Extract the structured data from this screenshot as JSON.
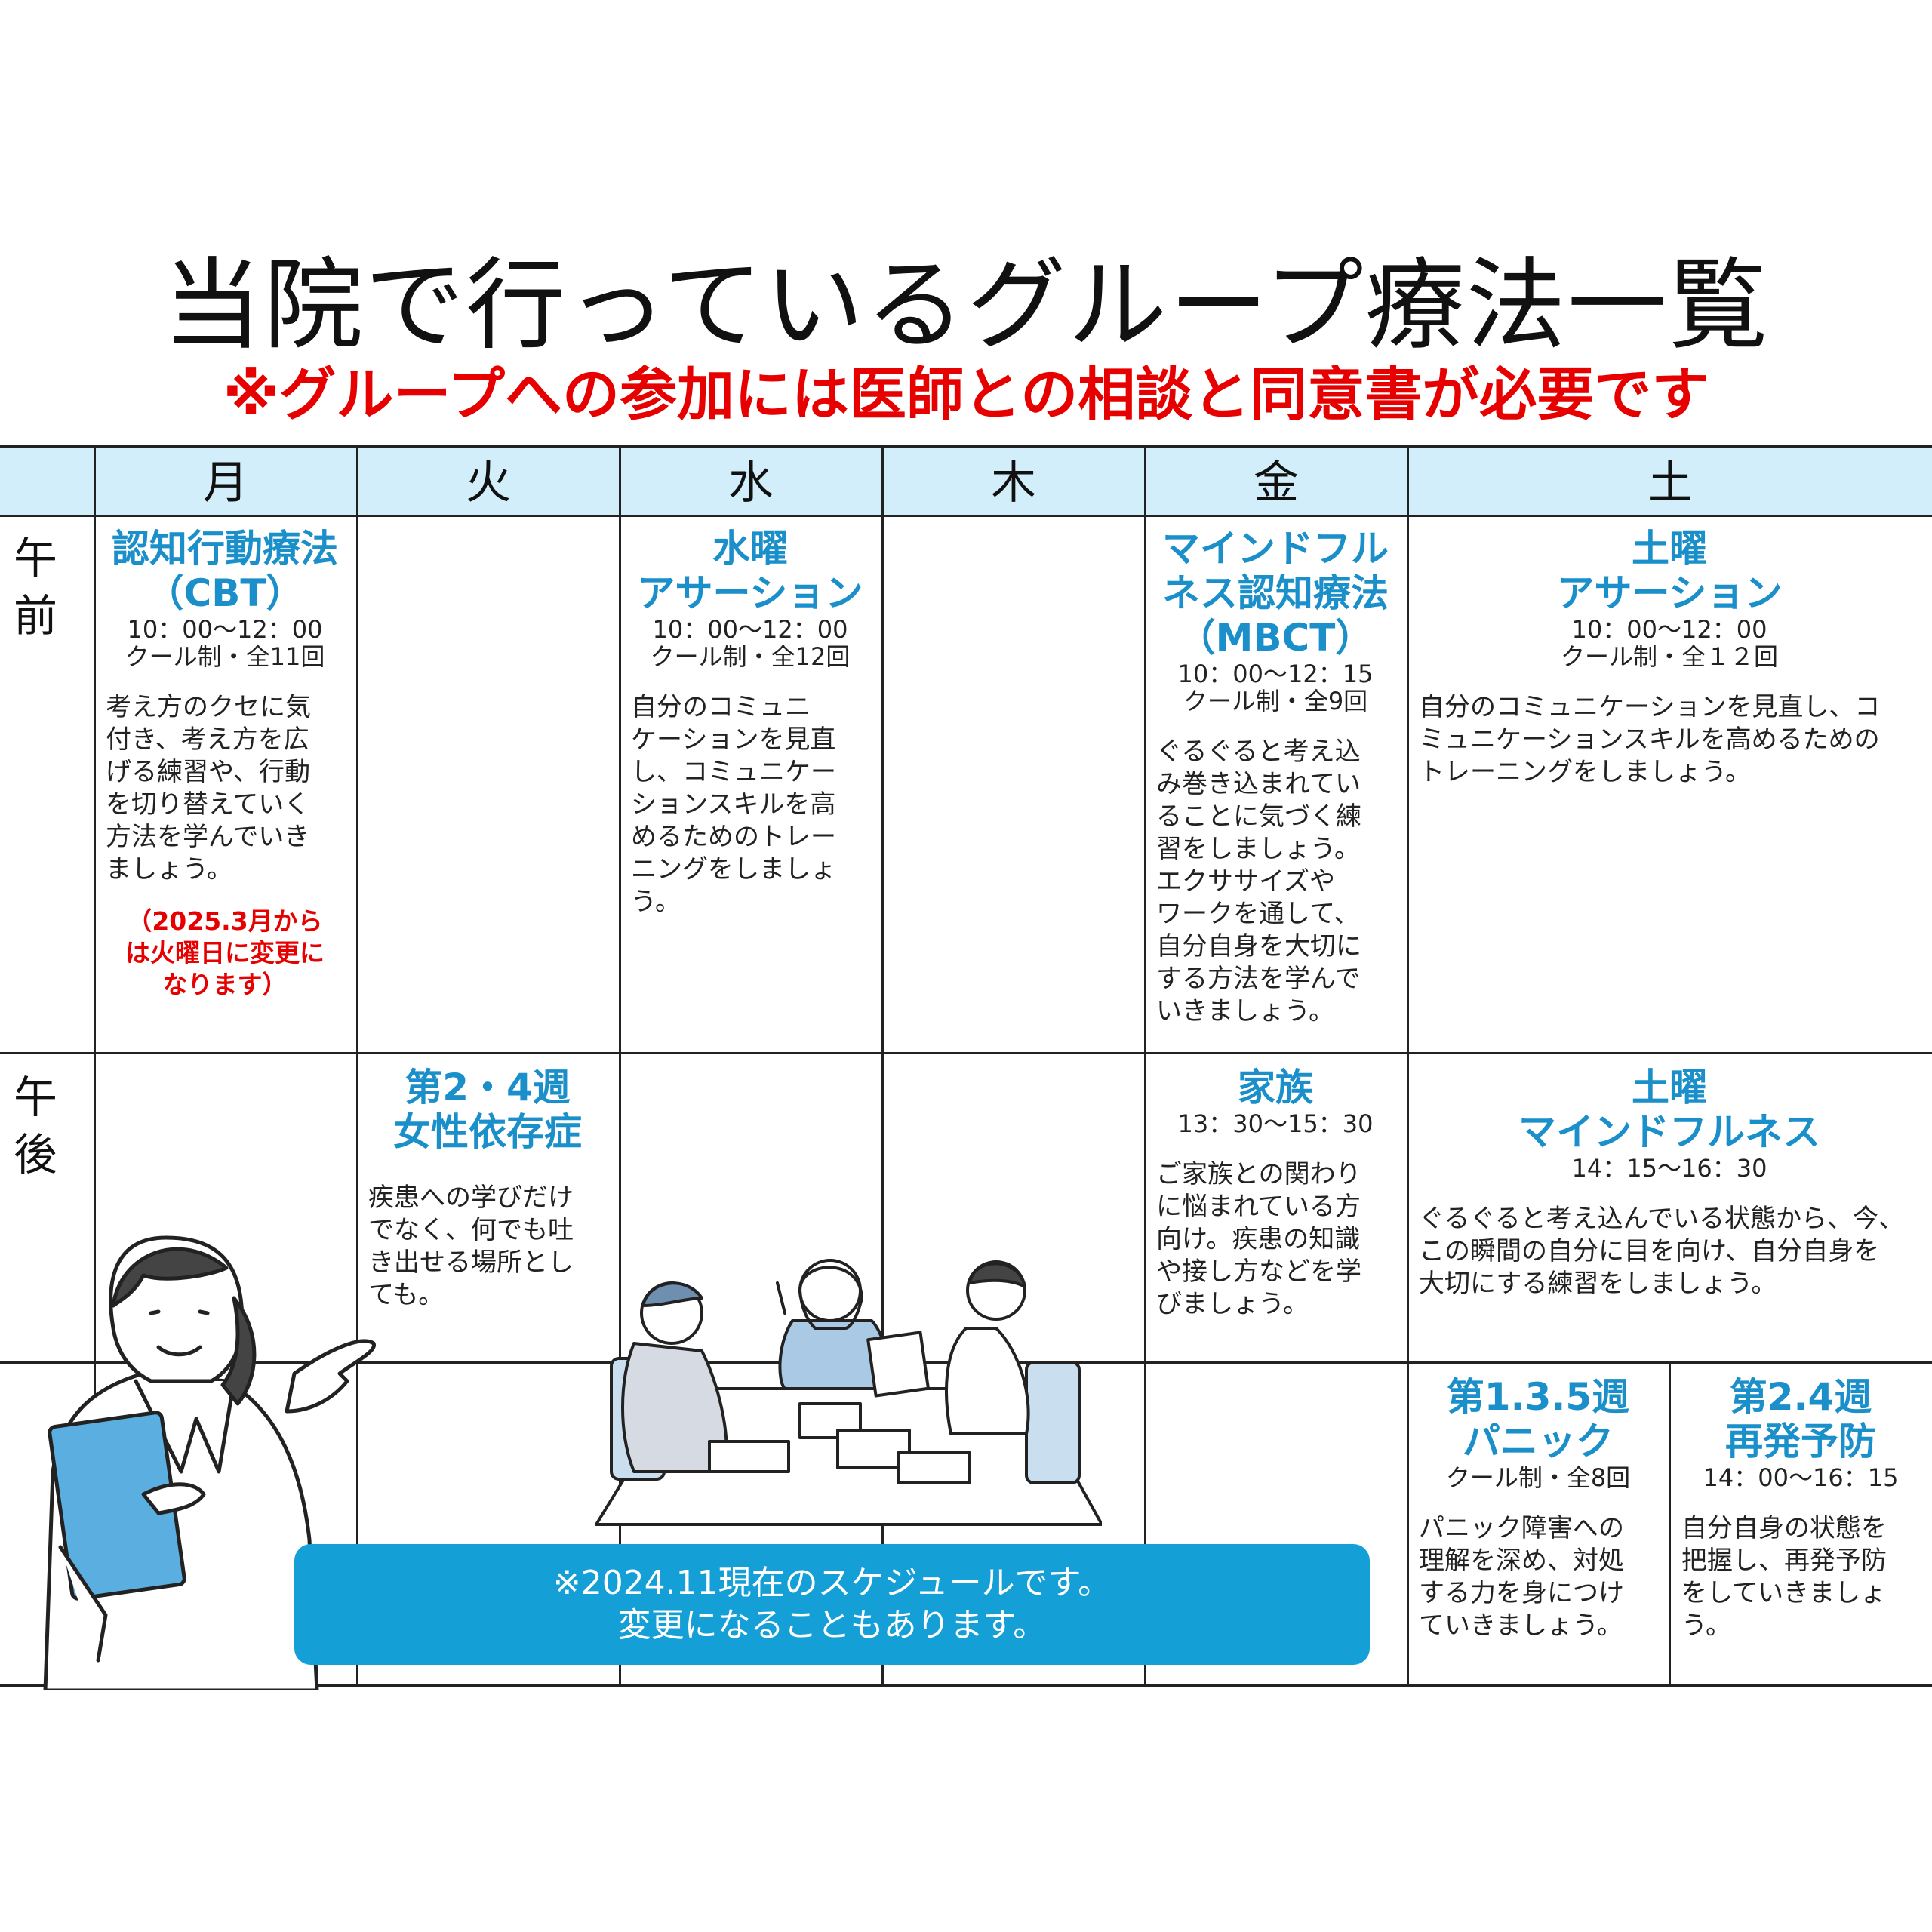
{
  "title": "当院で行っているグループ療法一覧",
  "subtitle": "※グループへの参加には医師との相談と同意書が必要です",
  "days": [
    "月",
    "火",
    "水",
    "木",
    "金",
    "土"
  ],
  "periods": {
    "am": "午\n前",
    "pm": "午\n後"
  },
  "cells": {
    "mon_am": {
      "title": "認知行動療法\n（CBT）",
      "time": "10：00～12：00\nクール制・全11回",
      "desc": "考え方のクセに気\n付き、考え方を広\nげる練習や、行動\nを切り替えていく\n方法を学んでいき\nましょう。",
      "note": "（2025.3月から\nは火曜日に変更に\nなります）"
    },
    "wed_am": {
      "title": "水曜\nアサーション",
      "time": "10：00～12：00\nクール制・全12回",
      "desc": "自分のコミュニ\nケーションを見直\nし、コミュニケー\nションスキルを高\nめるためのトレー\nニングをしましょ\nう。"
    },
    "fri_am": {
      "title": "マインドフル\nネス認知療法\n（MBCT）",
      "time": "10：00～12：15\nクール制・全9回",
      "desc": "ぐるぐると考え込\nみ巻き込まれてい\nることに気づく練\n習をしましょう。\nエクササイズや\nワークを通して、\n自分自身を大切に\nする方法を学んで\nいきましょう。"
    },
    "sat_am": {
      "title": "土曜\nアサーション",
      "time": "10：00～12：00\nクール制・全１２回",
      "desc": "自分のコミュニケーションを見直し、コ\nミュニケーションスキルを高めるための\nトレーニングをしましょう。"
    },
    "tue_pm": {
      "title": "第2・4週\n女性依存症",
      "desc": "疾患への学びだけ\nでなく、何でも吐\nき出せる場所とし\nても。"
    },
    "fri_pm": {
      "title": "家族",
      "time": "13：30～15：30",
      "desc": "ご家族との関わり\nに悩まれている方\n向け。疾患の知識\nや接し方などを学\nびましょう。"
    },
    "sat_pm": {
      "title": "土曜\nマインドフルネス",
      "time": "14：15～16：30",
      "desc": "ぐるぐると考え込んでいる状態から、今、\nこの瞬間の自分に目を向け、自分自身を\n大切にする練習をしましょう。"
    },
    "sat_ex1": {
      "title": "第1.3.5週\nパニック",
      "time": "クール制・全8回",
      "desc": "パニック障害への\n理解を深め、対処\nする力を身につけ\nていきましょう。"
    },
    "sat_ex2": {
      "title": "第2.4週\n再発予防",
      "time": "14：00～16：15",
      "desc": "自分自身の状態を\n把握し、再発予防\nをしていきましょ\nう。"
    }
  },
  "notice": "※2024.11現在のスケジュールです。\n変更になることもあります。",
  "colors": {
    "accent_blue": "#1a8fc9",
    "header_bg": "#d2eefb",
    "note_red": "#e60000",
    "notice_bg": "#149fd6"
  }
}
